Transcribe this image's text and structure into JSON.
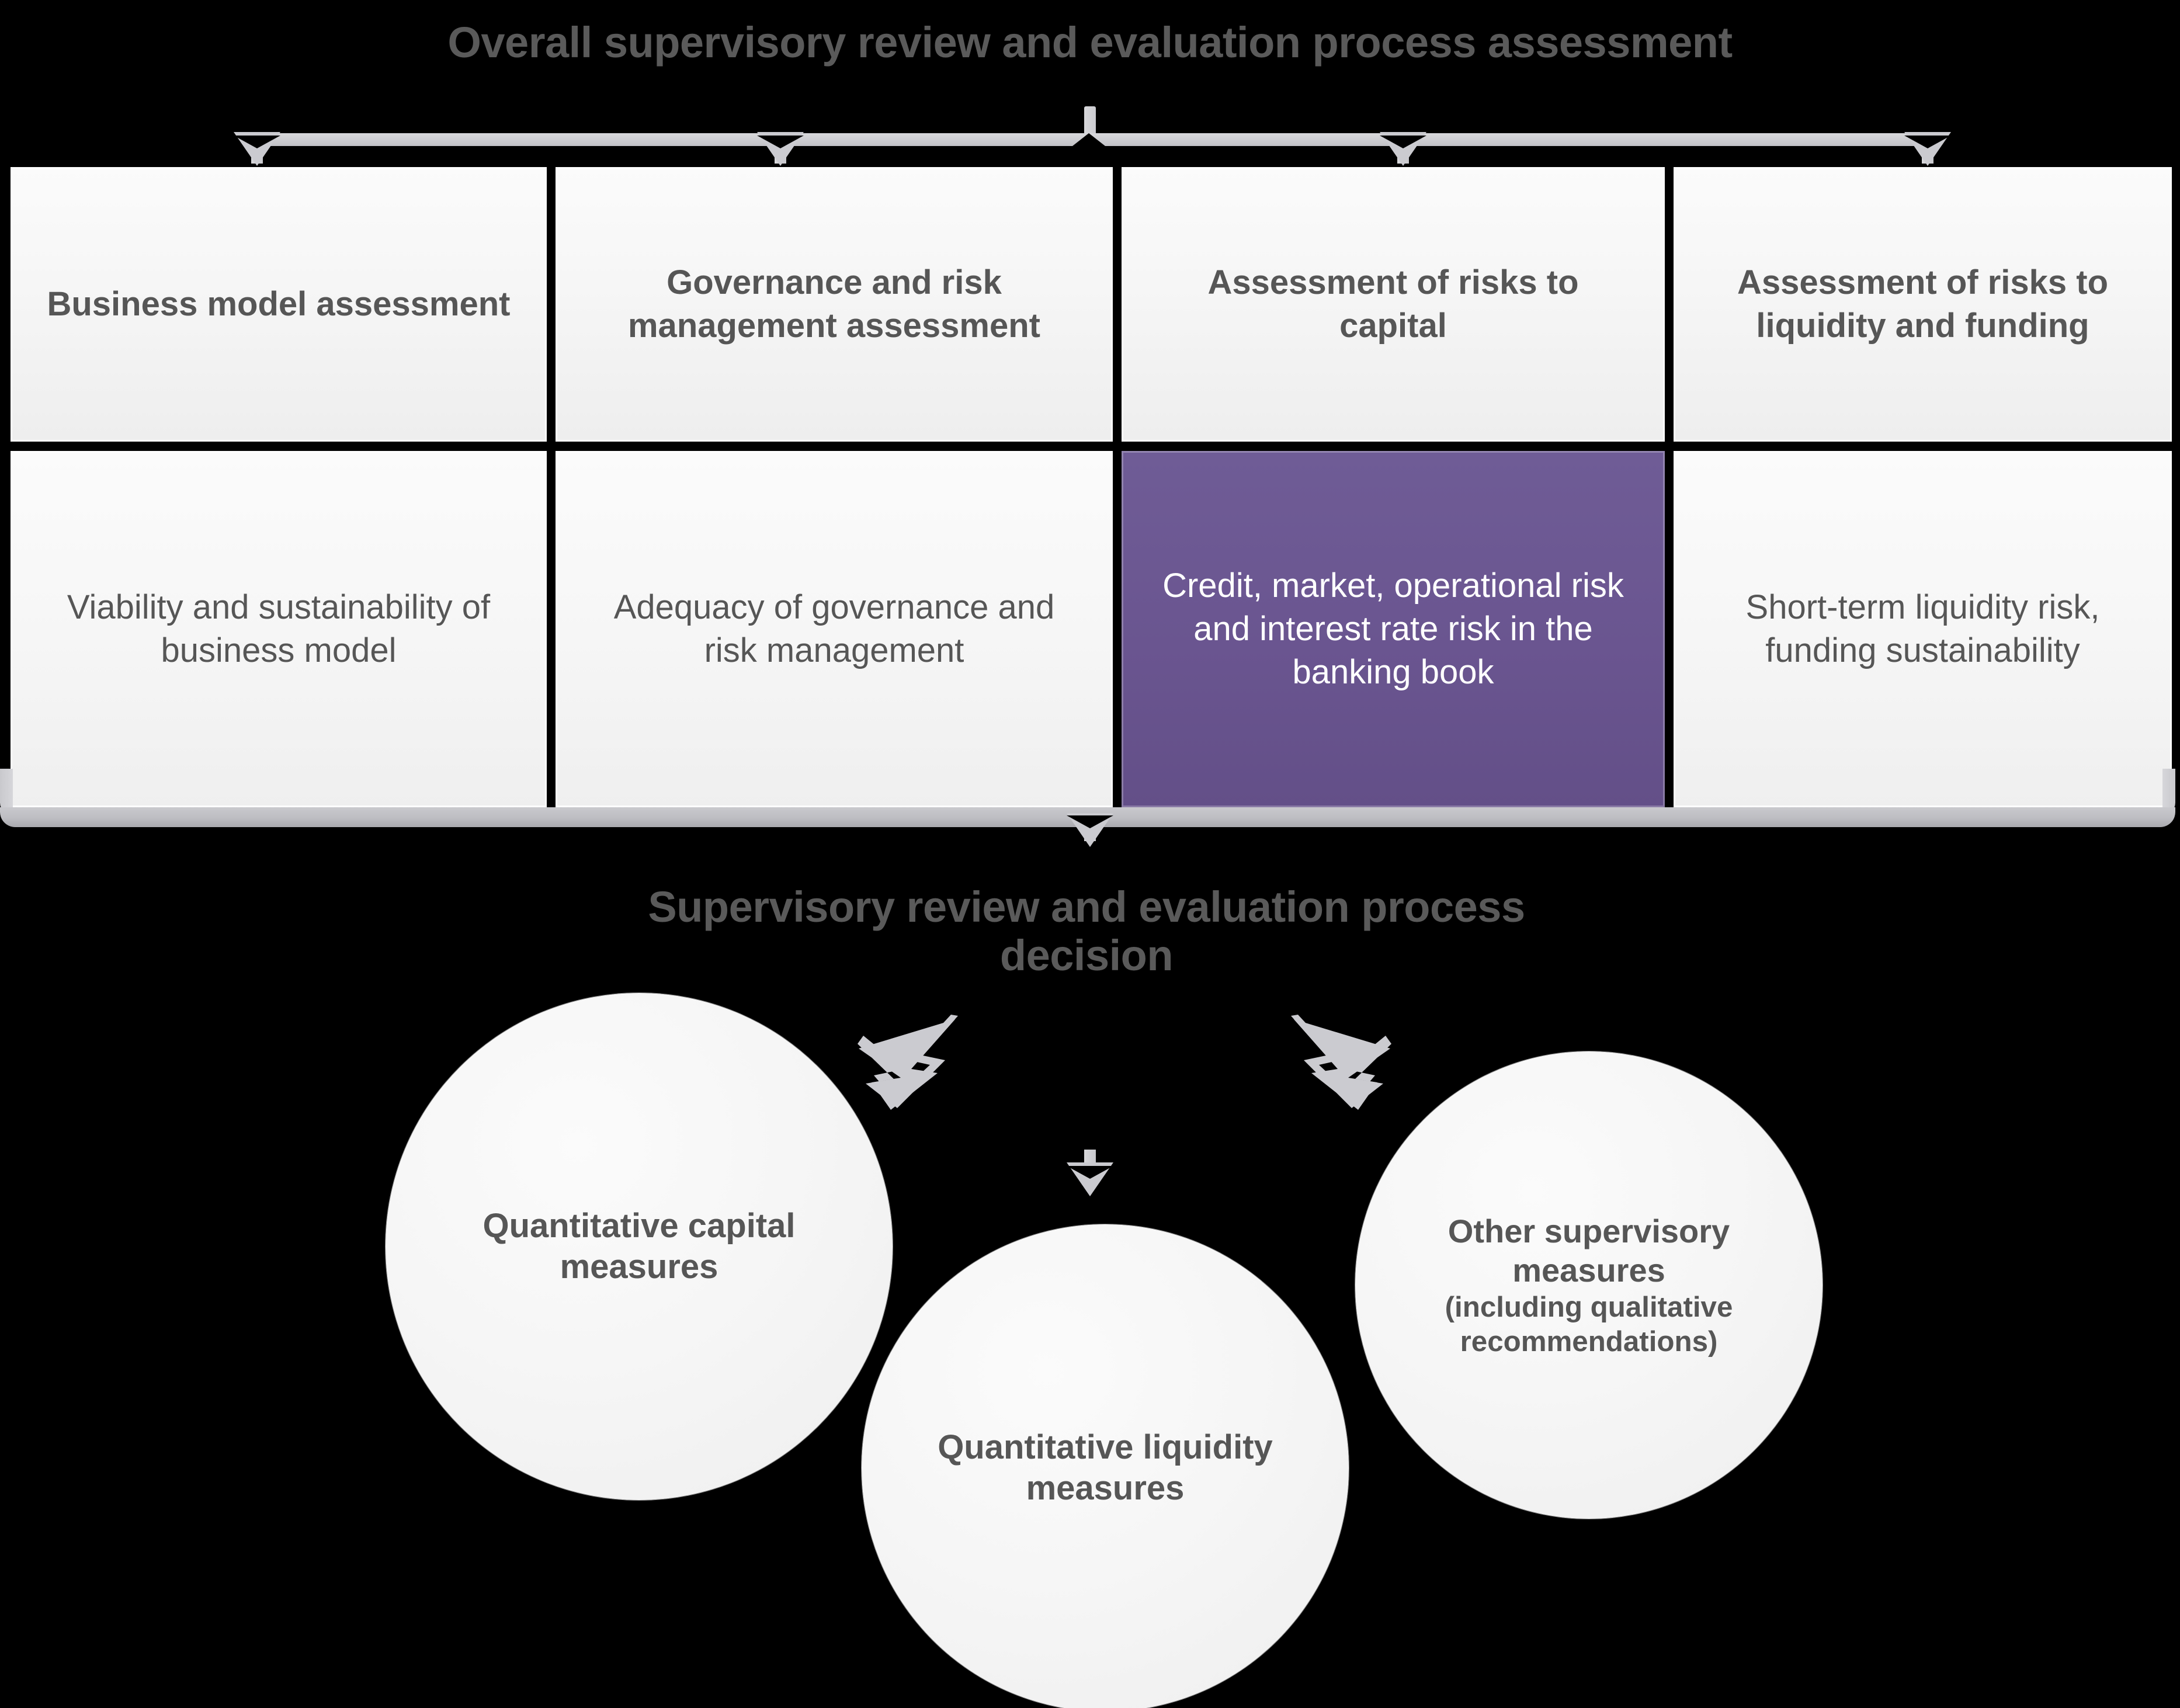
{
  "titles": {
    "top": "Overall supervisory review and evaluation process assessment",
    "middle_line1": "Supervisory review and evaluation process",
    "middle_line2": "decision"
  },
  "colors": {
    "accent_purple": "#6a5590",
    "text_gray": "#565656",
    "title_gray": "#5a5a5a",
    "connector_gray": "#cbcbd0",
    "box_background": "#f7f7f7",
    "canvas": "#000000"
  },
  "table": {
    "columns": [
      {
        "header": "Business model assessment",
        "body": "Viability and sustainability of business model",
        "highlighted": false
      },
      {
        "header": "Governance and risk management assessment",
        "body": "Adequacy of governance and risk management",
        "highlighted": false
      },
      {
        "header": "Assessment of risks to capital",
        "body": "Credit, market, operational risk and interest rate risk in the banking book",
        "highlighted": true
      },
      {
        "header": "Assessment of risks to liquidity and funding",
        "body": "Short-term liquidity risk, funding sustainability",
        "highlighted": false
      }
    ]
  },
  "outcomes": [
    {
      "label": "Quantitative capital measures",
      "sub": ""
    },
    {
      "label": "Quantitative liquidity measures",
      "sub": ""
    },
    {
      "label": "Other supervisory measures",
      "sub": "(including qualitative recommendations)"
    }
  ],
  "connectors": {
    "bracket_icon": "bracket-with-four-down-arrows",
    "stem_icon": "vertical-stem",
    "down_arrow_icon": "arrow-down-icon",
    "diagonal_left_arrow_icon": "arrow-down-left-icon",
    "diagonal_right_arrow_icon": "arrow-down-right-icon"
  }
}
